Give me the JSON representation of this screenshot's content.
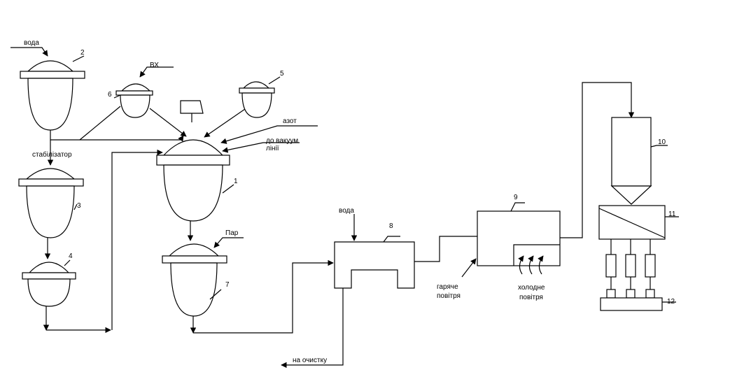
{
  "labels": {
    "water_top": "вода",
    "n2": "2",
    "vx": "ВХ",
    "n5": "5",
    "n6": "6",
    "azot": "азот",
    "vacuum_line1": "до вакуум",
    "vacuum_line2": "лінії",
    "stabilizer": "стабілізатор",
    "n1": "1",
    "n3": "3",
    "n4": "4",
    "par": "Пар",
    "n7": "7",
    "water_right": "вода",
    "n8": "8",
    "n9": "9",
    "n10": "10",
    "n11": "11",
    "n12": "12",
    "hot_air1": "гаряче",
    "hot_air2": "повітря",
    "cold_air1": "холодне",
    "cold_air2": "повітря",
    "to_cleaning": "на очистку"
  },
  "colors": {
    "stroke": "#000000",
    "background": "#ffffff"
  }
}
